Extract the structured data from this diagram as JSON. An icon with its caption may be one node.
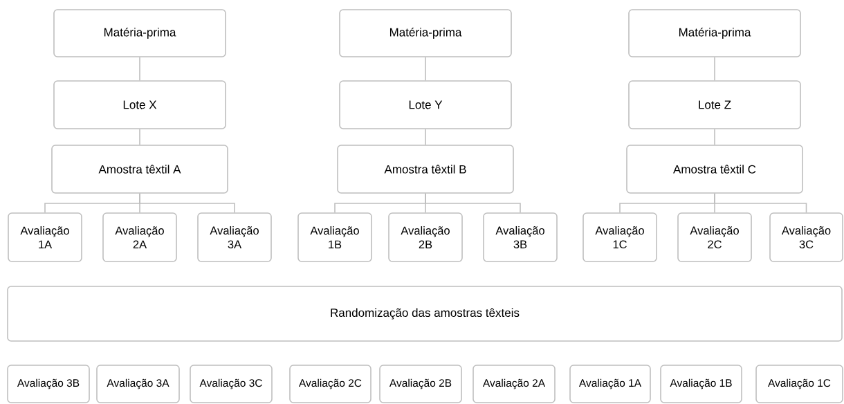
{
  "diagram": {
    "nodes": [
      {
        "text": [
          "Matéria-prima"
        ]
      },
      {
        "text": [
          "Matéria-prima"
        ]
      },
      {
        "text": [
          "Matéria-prima"
        ]
      },
      {
        "text": [
          "Lote X"
        ]
      },
      {
        "text": [
          "Lote Y"
        ]
      },
      {
        "text": [
          "Lote Z"
        ]
      },
      {
        "text": [
          "Amostra têxtil A"
        ]
      },
      {
        "text": [
          "Amostra têxtil  B"
        ]
      },
      {
        "text": [
          "Amostra têxtil C"
        ]
      },
      {
        "text": [
          "Avaliação 1A"
        ]
      },
      {
        "text": [
          "Avaliação 2A"
        ]
      },
      {
        "text": [
          "Avaliação 3A"
        ]
      },
      {
        "text": [
          "Avaliação 1B"
        ]
      },
      {
        "text": [
          "Avaliação 2B"
        ]
      },
      {
        "text": [
          "Avaliação 3B"
        ]
      },
      {
        "text": [
          "Avaliação 1C"
        ]
      },
      {
        "text": [
          "Avaliação 2C"
        ]
      },
      {
        "text": [
          "Avaliação 3C"
        ]
      },
      {
        "text": [
          "Randomização das amostras têxteis"
        ]
      },
      {
        "text": [
          "Avaliação 3B"
        ]
      },
      {
        "text": [
          "Avaliação 3A"
        ]
      },
      {
        "text": [
          "Avaliação 3C"
        ]
      },
      {
        "text": [
          "Avaliação 2C"
        ]
      },
      {
        "text": [
          "Avaliação 2B"
        ]
      },
      {
        "text": [
          "Avaliação 2A"
        ]
      },
      {
        "text": [
          "Avaliação 1A"
        ]
      },
      {
        "text": [
          "Avaliação 1B"
        ]
      },
      {
        "text": [
          "Avaliação 1C"
        ]
      }
    ],
    "edges": [
      {
        "from": 0,
        "to": 3,
        "arrow": "none"
      },
      {
        "from": 1,
        "to": 4,
        "arrow": "none"
      },
      {
        "from": 2,
        "to": 5,
        "arrow": "none"
      },
      {
        "from": 3,
        "to": 6,
        "arrow": "none"
      },
      {
        "from": 4,
        "to": 7,
        "arrow": "none"
      },
      {
        "from": 5,
        "to": 8,
        "arrow": "none"
      },
      {
        "from": 6,
        "to": 9,
        "arrow": "none"
      },
      {
        "from": 6,
        "to": 10,
        "arrow": "none"
      },
      {
        "from": 6,
        "to": 11,
        "arrow": "none"
      },
      {
        "from": 7,
        "to": 12,
        "arrow": "none"
      },
      {
        "from": 7,
        "to": 13,
        "arrow": "none"
      },
      {
        "from": 7,
        "to": 14,
        "arrow": "none"
      },
      {
        "from": 8,
        "to": 15,
        "arrow": "none"
      },
      {
        "from": 8,
        "to": 16,
        "arrow": "none"
      },
      {
        "from": 8,
        "to": 17,
        "arrow": "none"
      }
    ]
  }
}
